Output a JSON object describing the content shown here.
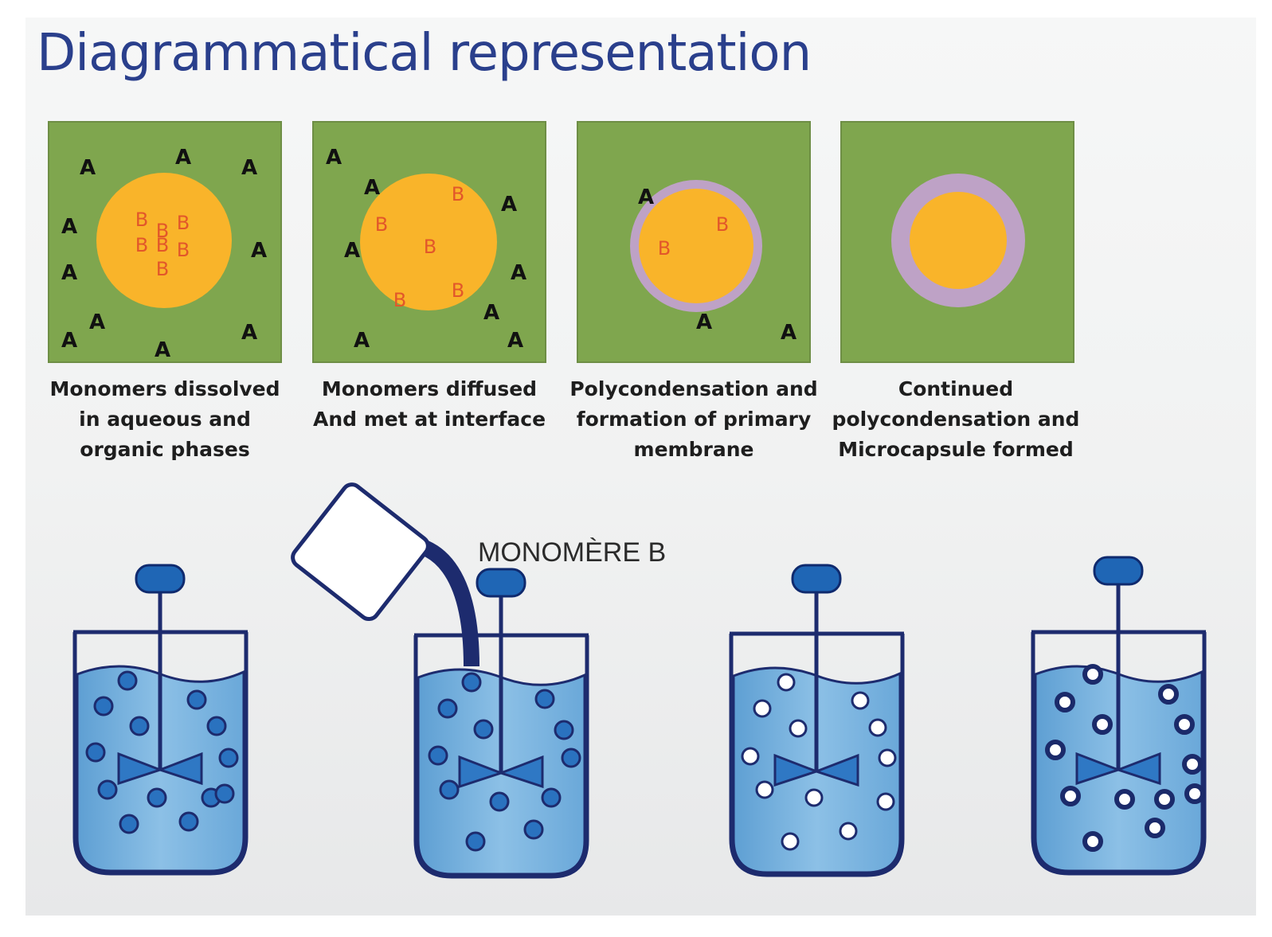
{
  "title": "Diagrammatical representation",
  "colors": {
    "title": "#2a3f8c",
    "panel_bg": "#7fa64e",
    "droplet": "#f9b42a",
    "membrane": "#bea2c6",
    "monomer_a": "#111111",
    "monomer_b": "#e2572a",
    "beaker_liquid": "#7fb6e0",
    "beaker_outline": "#1d2b6e",
    "stirrer_cap": "#1f66b5"
  },
  "panels": [
    {
      "label_a": "A",
      "label_b": "B",
      "caption": [
        "Monomers dissolved",
        "in aqueous and",
        "organic phases"
      ]
    },
    {
      "label_a": "A",
      "label_b": "B",
      "caption": [
        "Monomers diffused",
        "And met at interface"
      ]
    },
    {
      "label_a": "A",
      "label_b": "B",
      "caption": [
        "Polycondensation and",
        "formation of primary",
        "membrane"
      ]
    },
    {
      "caption": [
        "Continued",
        "polycondensation and",
        "Microcapsule formed"
      ]
    }
  ],
  "bottom": {
    "monomer_label": "MONOMÈRE B",
    "icons": [
      "beaker-stirrer-icon",
      "pouring-container-icon",
      "capsule-particle-icon"
    ]
  }
}
